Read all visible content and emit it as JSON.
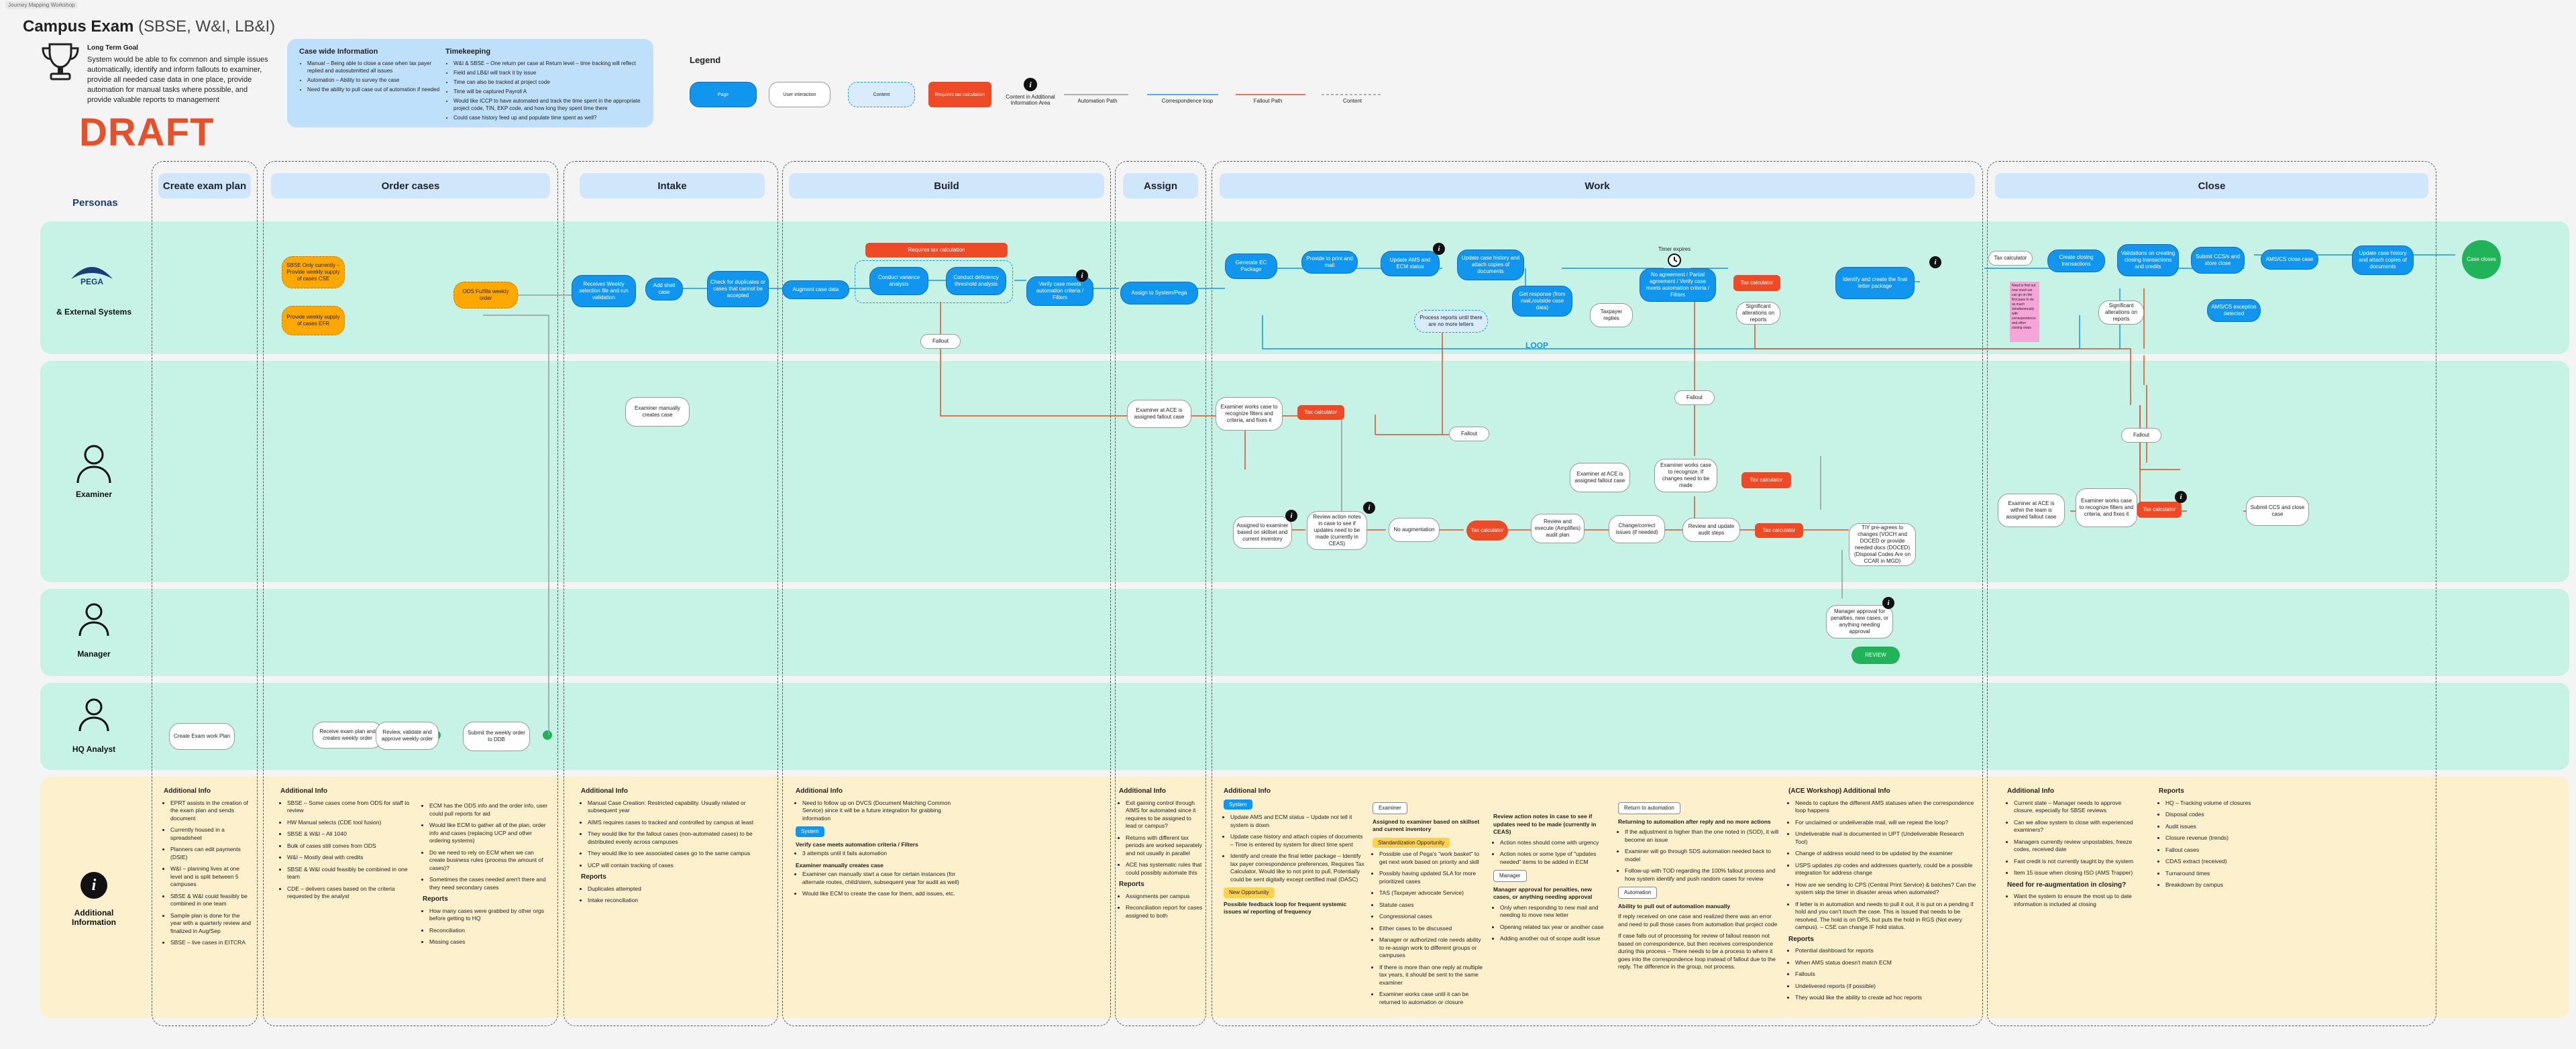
{
  "topbar": {
    "tab": "Journey Mapping Workshop"
  },
  "header": {
    "title": "Campus Exam",
    "title_sub": "(SBSE, W&I, LB&I)",
    "goal_title": "Long Term Goal",
    "goal_text": "System would be able to fix common and simple issues automatically, identify and inform fallouts to examiner, provide all needed case data in one place, provide automation for manual tasks where possible, and provide valuable reports to management",
    "draft": "DRAFT"
  },
  "info_box": {
    "col1_title": "Case wide Information",
    "col1_items": [
      "Manual – Being able to close a case when tax payer replied and autosubmitted all issues",
      "Automation – Ability to survey the case",
      "Need the ability to pull case out of automation if needed"
    ],
    "col2_title": "Timekeeping",
    "col2_items": [
      "W&I & SBSE – One return per case at Return level – time tracking will reflect",
      "Field and LB&I will track it by issue",
      "Time can also be tracked at project code",
      "Time will be captured Payroll A",
      "Would like ICCP to have automated and track the time spent in the appropriate project code, TIN, EKP code, and how long they spent time there",
      "Could case history feed up and populate time spent as well?"
    ]
  },
  "legend": {
    "title": "Legend",
    "items": [
      "Page",
      "User interaction",
      "Content",
      "Requires tax calculation",
      "Content in Additional Information Area",
      "Automation Path",
      "Correspondence loop",
      "Fallout Path",
      "Content"
    ]
  },
  "personas": {
    "heading": "Personas",
    "system_logo": "PEGA",
    "system": "& External Systems",
    "examiner": "Examiner",
    "manager": "Manager",
    "hq": "HQ Analyst",
    "info": "Additional Information"
  },
  "stages": [
    "Create exam plan",
    "Order cases",
    "Intake",
    "Build",
    "Assign",
    "Work",
    "Close"
  ],
  "nodes": {
    "sbse_only": "SBSE Only currently – Provide weekly supply of cases CSE",
    "weekly_supply": "Provide weekly supply of cases EFR",
    "ods": "ODS Fulfills weekly order",
    "create_exam_plan": "Create Exam work Plan",
    "receive_order": "Receive exam plan and creates weekly order",
    "review_validate": "Review, validate and approve weekly order",
    "submit_order": "Submit the weekly order to DDB",
    "receives_weekly": "Receives Weekly selection file and run validation",
    "add_shell": "Add shell case",
    "check_dup": "Check for duplicates or cases that cannot be accepted",
    "examiner_manually": "Examiner manually creates case",
    "augment": "Augment case data",
    "requires_tax": "Requires tax calculation",
    "conduct_variance": "Conduct variance analysis",
    "conduct_deficiency": "Conduct deficiency threshold analysis",
    "verify_meets": "Verify case meets automation criteria / Filters",
    "fallout": "Fallout",
    "assign_system": "Assign to System/Pega",
    "examiner_ace": "Examiner at ACE is assigned fallout case",
    "examiner_works": "Examiner works case to recognize filters and criteria, and fixes it",
    "tax_calculator": "Tax calculator",
    "generate_ec": "Generate EC Package",
    "provide_print": "Provide to print and mail",
    "update_ams": "Update AMS and ECM status",
    "update_history": "Update case history and attach copies of documents",
    "get_response": "Get response (from mail,/outside case data)",
    "taxpayer_replies": "Taxpayer replies",
    "timer_expires": "Timer expires",
    "no_agreement": "No agreement / Partial agreement / Verify case meets automation criteria / Filters",
    "process_reports": "Process reports until there are no more letters",
    "loop": "LOOP",
    "significant": "Significant alterations on reports",
    "identify_create": "Identify and create the final letter package",
    "assigned_examiner": "Assigned to examiner based on skillset and current inventory",
    "review_action": "Review action notes in case to see if updates need to be made (currently in CEAS)",
    "no_augmentation": "No augmentation",
    "review_execute": "Review and execute (Amplifies) audit plan",
    "change_correct": "Change/correct issues (if needed)",
    "review_update": "Review and update audit steps",
    "tiy_agrees": "TIY pre-agrees to changes (VOCH and DOCED or provide needed docs (DOCED) (Disposal Codes Are on CCAR in MGD)",
    "examiner_ace_2": "Examiner at ACE is assigned fallout case",
    "examiner_works_2": "Examiner works case to recognize. If changes need to be made",
    "manager_approve": "Manager approval for penalties, new cases, or anything needing approval",
    "review": "REVIEW",
    "close_tax_calc": "Tax calculator",
    "create_closing": "Create closing transactions",
    "validations": "Validations on creating closing transactions and credits",
    "submit_ccs": "Submit CCS/s and store close",
    "ams_close": "AMS/CS close case",
    "update_close_hist": "Update case history and attach copies of documents",
    "case_closes": "Case closes",
    "sig_alter_close": "Significant alterations on reports",
    "ams_exception": "AMS/CS exception detected",
    "fallout_close": "Fallout",
    "examiner_ace_close": "Examiner at ACE is within the team is assigned fallout case",
    "examiner_works_close": "Examiner works case to recognize filters and criteria, and fixes it",
    "submit_ccs_close": "Submit CCS and close case"
  },
  "notes": {
    "create": {
      "title": "Additional Info",
      "items": [
        "EPRT assists in the creation of the exam plan and sends document",
        "Currently housed in a spreadsheet",
        "Planners can edit payments (DSIE)",
        "W&I – planning lives at one level and is split between 5 campuses",
        "SBSE & W&I could feasibly be combined in one team",
        "Sample plan is done for the year with a quarterly review and finalized in Aug/Sep",
        "SBSE – live cases in EITCRA"
      ]
    },
    "order": {
      "title": "Additional Info",
      "items": [
        "SBSE – Some cases come from ODS for staff to review",
        "HW Manual selects (CDE tool fusion)",
        "SBSE & W&I – All 1040",
        "Bulk of cases still comes from ODS",
        "W&I – Mostly deal with credits",
        "SBSE & W&I could feasibly be combined in one team",
        "CDE – delivers cases based on the criteria requested by the analyst",
        "ECM has the ODS info and the order info, user could pull reports for aid",
        "Would like ECM to gather all of the plan, order info and cases (replacing UCP and other ordering systems)",
        "Do we need to rely on ECM when we can create business rules (process the amount of cases)?",
        "Sometimes the cases needed aren't there and they need secondary cases"
      ],
      "reports_title": "Reports",
      "reports": [
        "How many cases were grabbed by other orgs before getting to HQ",
        "Reconciliation",
        "Missing cases"
      ]
    },
    "intake": {
      "title": "Additional Info",
      "items": [
        "Manual Case Creation: Restricted capability. Usually related or subsequent year",
        "AIMS requires cases to tracked and controlled by campus at least",
        "They would like for the fallout cases (non-automated cases) to be distributed evenly across campuses",
        "They would like to see associated cases go to the same campus",
        "UCP will contain tracking of cases"
      ],
      "reports_title": "Reports",
      "reports": [
        "Duplicates attempted",
        "Intake reconciliation"
      ]
    },
    "build": {
      "title": "Additional Info",
      "items": [
        "Need to follow up on DVCS (Document Matching Common Service) since it will be a future integration for grabbing information"
      ],
      "tag": "System",
      "verify_title": "Verify case meets automation criteria / Filters",
      "verify_items": [
        "3 attempts until it fails automation"
      ],
      "manual_title": "Examiner manually creates case",
      "manual_items": [
        "Examiner can manually start a case for certain instances (for alternate routes, child/stem, subsequent year for audit as well)",
        "Would like ECM to create the case for them, add issues, etc."
      ]
    },
    "assign": {
      "title": "Additional Info",
      "items": [
        "Exit gaining control through AIMS for automated since it requires to be assigned to lead or campus?",
        "Returns with different tax periods are worked separately and not usually in parallel",
        "ACE has systematic rules that could possibly automate this"
      ],
      "reports_title": "Reports",
      "reports": [
        "Assignments per campus",
        "Reconciliation report for cases assigned to both"
      ]
    },
    "work1": {
      "title": "Additional Info",
      "tag": "System",
      "items": [
        "Update AMS and ECM status – Update not tell it system is down",
        "Update case history and attach copies of documents – Time is entered by system for direct time spent",
        "Identify and create the final letter package – Identify tax payer correspondence preferences, Requires Tax Calculator, Would like to not print to pull, Potentially could be sent digitally except certified mail (DASC)"
      ],
      "opp1": "New Opportunity",
      "opp_text": "Possible feedback loop for frequent systemic issues w/ reporting of frequency"
    },
    "work2": {
      "tag": "Examiner",
      "items": [
        "Assigned to examiner based on skillset and current inventory"
      ],
      "opp": "Standardization Opportunity",
      "opp_items": [
        "Possible use of Pega's \"work basket\" to get next work based on priority and skill",
        "Possibly having updated SLA for more prioritized cases",
        "TAS (Taxpayer advocate Service)",
        "Statute cases",
        "Congressional cases",
        "Either cases to be discussed",
        "Manager or authorized role needs ability to re-assign work to different groups or campuses",
        "If there is more than one reply at multiple tax years, it should be sent to the same examiner",
        "Examiner works case until it can be returned to automation or closure"
      ]
    },
    "work3": {
      "items": [
        "Review action notes in case to see if updates need to be made (currently in CEAS)",
        "Action notes should come with urgency",
        "Action notes or some type of \"updates needed\" items to be added in ECM"
      ],
      "tag": "Manager",
      "mgr_title": "Manager approval for penalties, new cases, or anything needing approval",
      "mgr_items": [
        "Only when responding to new mail and needing to move new letter",
        "Opening related tax year or another case",
        "Adding another out of scope audit issue"
      ]
    },
    "work4": {
      "tag1": "Return to automation",
      "ret_title": "Returning to automation after reply and no more actions",
      "ret_items": [
        "If the adjustment is higher than the one noted in (SOD), it will become an issue",
        "Examiner will go through SDS automation needed back to model",
        "Follow-up with TOD regarding the 100% fallout process and how system identify and push random cases for review"
      ],
      "tag2": "Automation",
      "auto_title": "Ability to pull out of automation manually",
      "auto_text": "If reply received on one case and realized there was an error and need to pull those cases from automation that project code",
      "fail_text": "If case falls out of processing for review of fallout reason not based on correspondence, but then receives correspondence during this process – There needs to be a process to where it goes into the correspondence loop instead of fallout due to the reply. The difference in the group, not process."
    },
    "work5": {
      "title": "(ACE Workshop) Additional Info",
      "items": [
        "Needs to capture the different AMS statuses when the correspondence loop happens",
        "For unclaimed or undeliverable mail, will we repeat the loop?",
        "Undeliverable mail is documented in UPT (Undeliverable Research Tool)",
        "Change of address would need to be updated by the examiner",
        "USPS updates zip codes and addresses quarterly, could be a possible integration for address change",
        "How are we sending to CPS (Central Print Service) & batches? Can the system skip the timer in disaster areas when automated?",
        "If letter is in automation and needs to pull it out, it is put on a pending if hold and you can't touch the case. This is Issued that needs to be resolved. The hold is on DPS, but puts the hold in RGS (Not every campus). – CSE can change IF hold status."
      ],
      "reports_title": "Reports",
      "reports": [
        "Potential dashboard for reports",
        "When AMS status doesn't match ECM",
        "Fallouts",
        "Undelivered reports (if possible)",
        "They would like the ability to create ad hoc reports"
      ]
    },
    "close1": {
      "title": "Additional Info",
      "items": [
        "Current state – Manager needs to approve closure, especially for SBSE reviews",
        "Can we allow system to close with experienced examiners?",
        "Managers currently review unpostables, freeze codes, received date",
        "Fast credit is not currently taught by the system",
        "Item 15 issue when closing ISO (AMS Trapper)"
      ],
      "need_title": "Need for re-augmentation in closing?",
      "need_items": [
        "Want the system to ensure the most up to date information is included at closing"
      ]
    },
    "close2": {
      "title": "Reports",
      "items": [
        "HQ – Tracking volume of closures",
        "Disposal codes",
        "Audit issues",
        "Closure revenue (trends)",
        "Fallout cases",
        "CDAS extract (received)",
        "Turnaround times",
        "Breakdown by campus"
      ]
    }
  },
  "sticky": {
    "text": "Need to find out how much we can go on the first pass to do as much simultaneously with correspondence and other closing steps"
  }
}
